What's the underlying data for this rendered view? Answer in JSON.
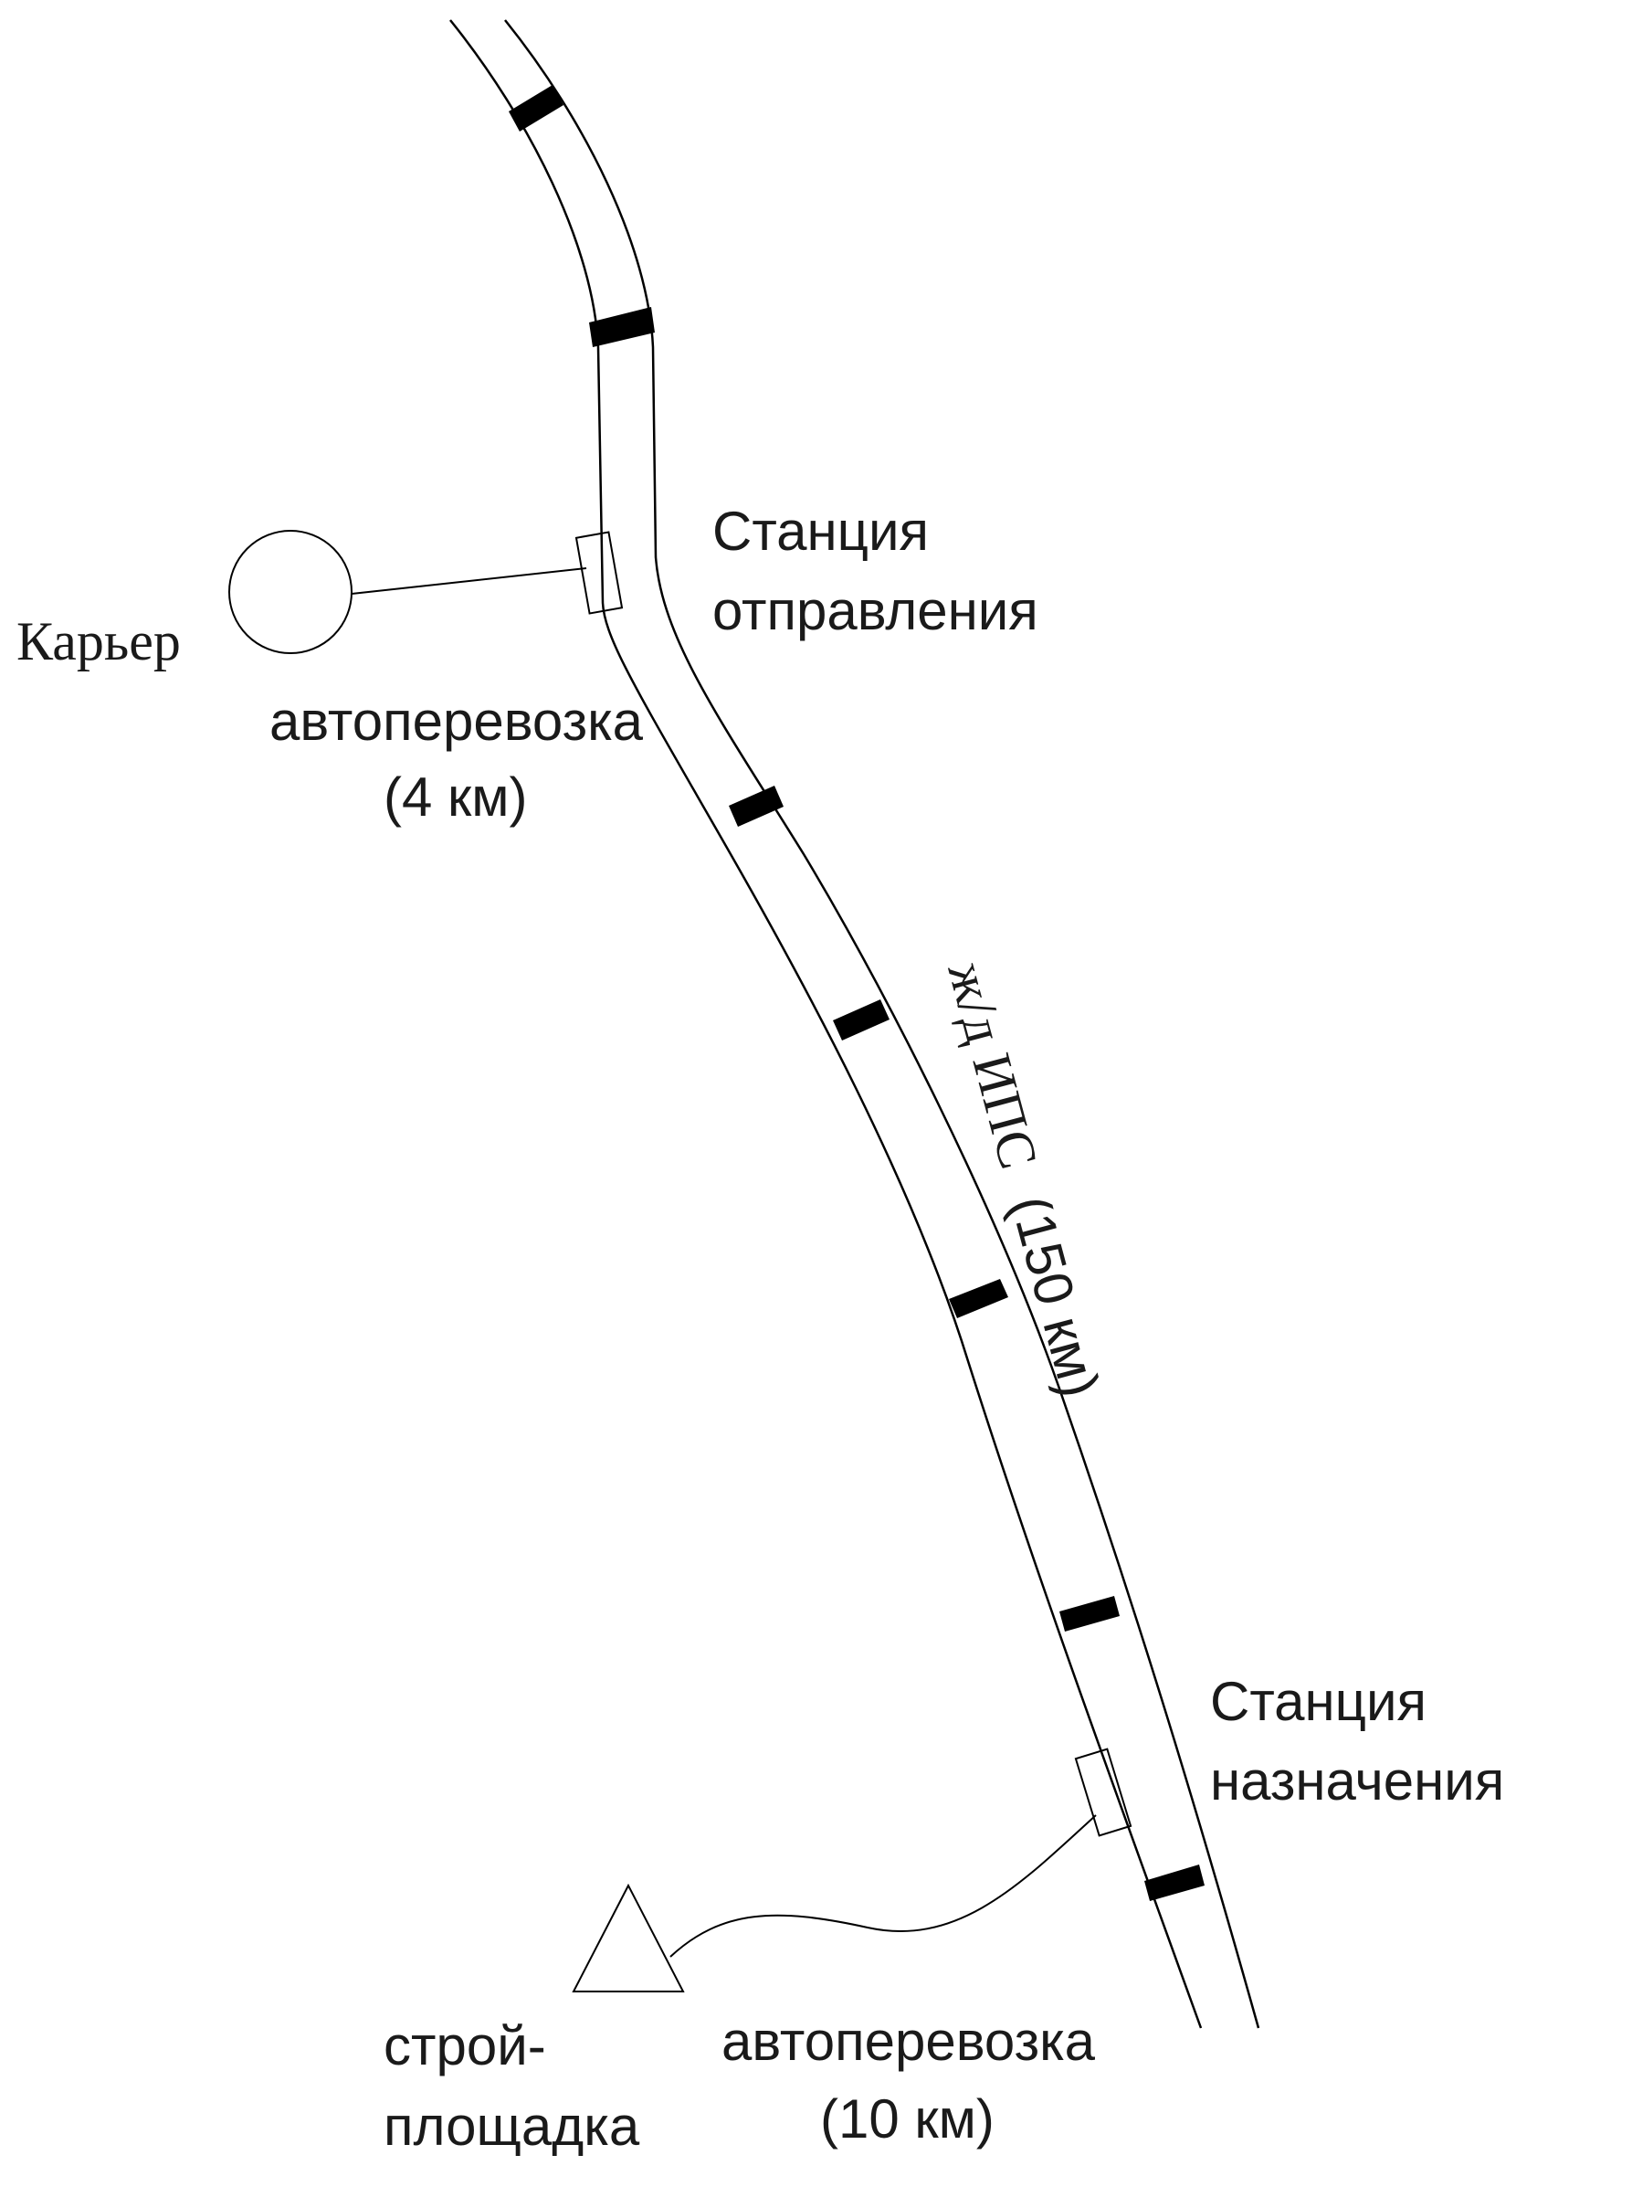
{
  "labels": {
    "quarry": "Карьер",
    "departure_station_line1": "Станция",
    "departure_station_line2": "отправления",
    "haul_1_line1": "автоперевозка",
    "haul_1_line2": "(4 км)",
    "railway": "ж/д ИПС",
    "railway_distance": "(150 км)",
    "destination_station_line1": "Станция",
    "destination_station_line2": "назначения",
    "haul_2_line1": "автоперевозка",
    "haul_2_line2": "(10 км)",
    "site_line1": "строй-",
    "site_line2": "площадка"
  },
  "colors": {
    "ink": "#000000",
    "background": "#ffffff"
  }
}
